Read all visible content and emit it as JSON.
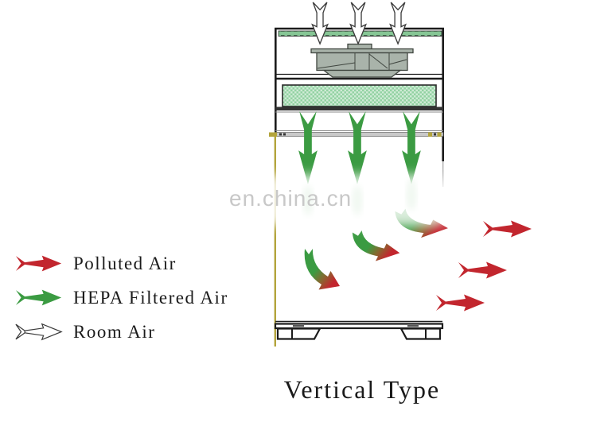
{
  "watermark": {
    "text": "en.china.cn"
  },
  "caption": {
    "text": "Vertical Type"
  },
  "legend": {
    "items": [
      {
        "label": "Polluted Air",
        "arrow": "red-solid-arrow"
      },
      {
        "label": "HEPA Filtered Air",
        "arrow": "green-solid-arrow"
      },
      {
        "label": "Room Air",
        "arrow": "white-outline-arrow"
      }
    ]
  },
  "diagram": {
    "type": "vertical-laminar-flow-cabinet-airflow",
    "components": [
      "pre-filter grille",
      "fan blower",
      "HEPA filter",
      "diffuser panel",
      "glass sash edge",
      "work table"
    ],
    "airflow_counts": {
      "room_air_in_arrows": 3,
      "hepa_down_arrows": 3,
      "exhaust_transition_arrows": 3,
      "polluted_air_out_arrows": 3
    }
  },
  "colors": {
    "polluted-red": "#c2262e",
    "hepa-green": "#3b9b42",
    "filter-green": "#93d2a2",
    "grille-green": "#86c695",
    "sash-yellow": "#b3a43c",
    "fan-gray": "#a9b3aa",
    "line-dark": "#1c1c1c",
    "watermark-gray": "#c8c8c8"
  }
}
